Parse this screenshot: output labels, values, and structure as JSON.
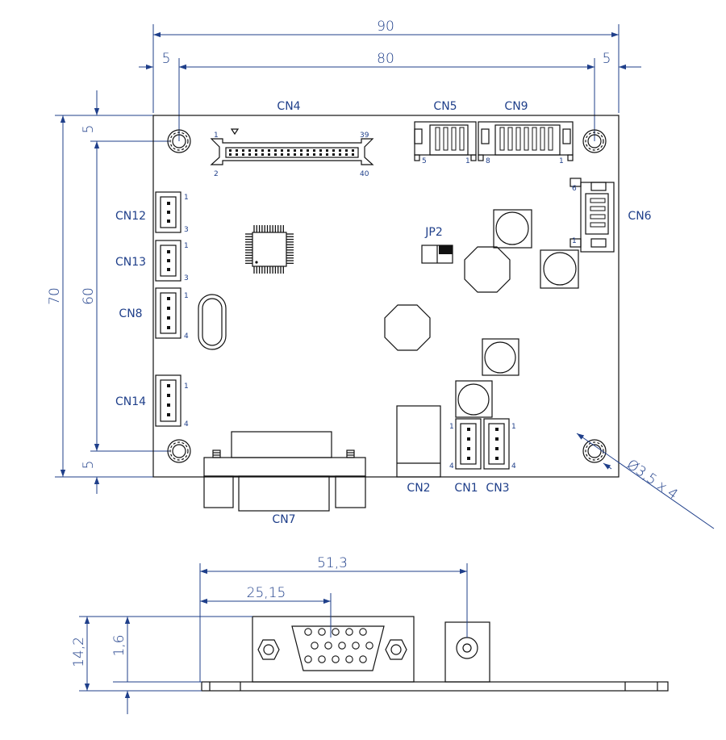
{
  "dimensions": {
    "top_total": "90",
    "top_inner": "80",
    "top_left_margin": "5",
    "top_right_margin": "5",
    "left_total": "70",
    "left_inner": "60",
    "left_top_margin": "5",
    "left_bottom_margin": "5",
    "hole": "Ø3,5 x 4",
    "side_width_1": "51,3",
    "side_width_2": "25,15",
    "side_height_1": "14,2",
    "side_height_2": "1,6"
  },
  "connectors": {
    "cn4": "CN4",
    "cn5": "CN5",
    "cn9": "CN9",
    "cn6": "CN6",
    "cn12": "CN12",
    "cn13": "CN13",
    "cn8": "CN8",
    "cn14": "CN14",
    "jp2": "JP2",
    "cn2": "CN2",
    "cn1": "CN1",
    "cn3": "CN3",
    "cn7": "CN7"
  },
  "pins": {
    "cn4_tl": "1",
    "cn4_tr": "39",
    "cn4_bl": "2",
    "cn4_br": "40",
    "cn5_l": "5",
    "cn5_r": "1",
    "cn9_l": "8",
    "cn9_r": "1",
    "cn6_top": "6",
    "cn6_bot": "1",
    "cn12_top": "1",
    "cn12_bot": "3",
    "cn13_top": "1",
    "cn13_bot": "3",
    "cn8_top": "1",
    "cn8_bot": "4",
    "cn14_top": "1",
    "cn14_bot": "4",
    "cn1_top": "1",
    "cn1_bot": "4",
    "cn3_top": "1",
    "cn3_bot": "4"
  }
}
